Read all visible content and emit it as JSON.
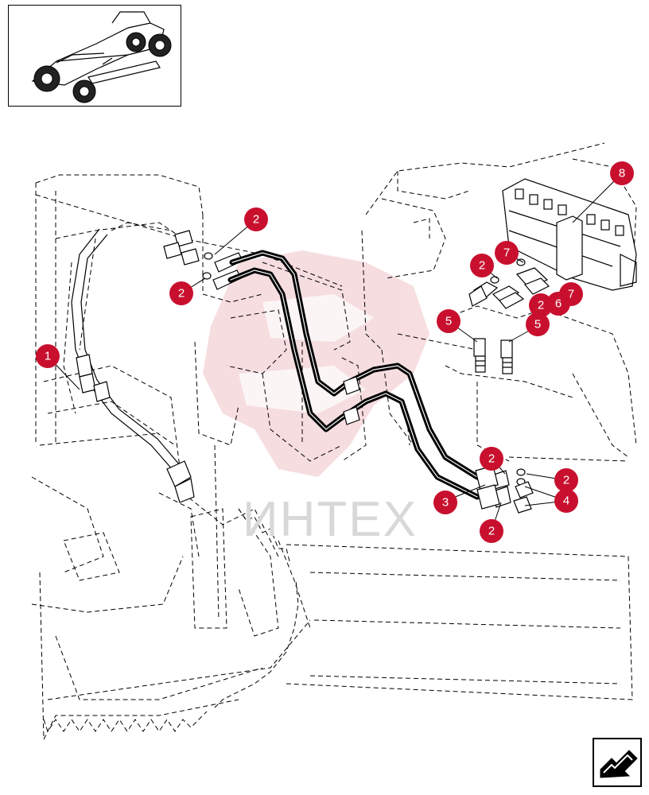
{
  "watermark": {
    "text": "ИНТЕХ",
    "logo_color": "#e8a0a8"
  },
  "colors": {
    "callout": "#c8102e",
    "line": "#000000"
  },
  "icons": {
    "thumbnail": "motor-grader-thumbnail-icon",
    "next_page": "next-page-arrow-icon"
  },
  "callouts": [
    {
      "label": "1"
    },
    {
      "label": "2"
    },
    {
      "label": "2"
    },
    {
      "label": "3"
    },
    {
      "label": "2"
    },
    {
      "label": "2"
    },
    {
      "label": "4"
    },
    {
      "label": "2"
    },
    {
      "label": "5"
    },
    {
      "label": "5"
    },
    {
      "label": "2"
    },
    {
      "label": "7"
    },
    {
      "label": "2"
    },
    {
      "label": "6"
    },
    {
      "label": "7"
    },
    {
      "label": "8"
    }
  ]
}
